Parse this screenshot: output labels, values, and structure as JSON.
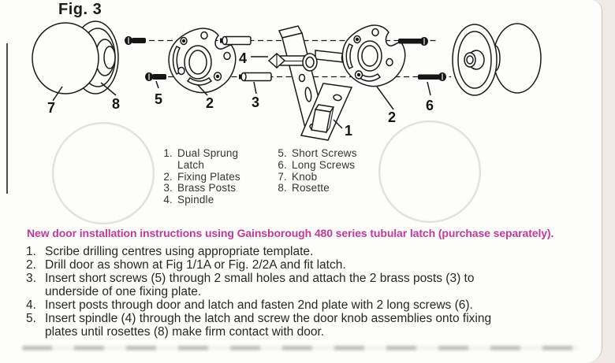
{
  "figure_label": "Fig. 3",
  "diagram": {
    "callouts": {
      "latch": "1",
      "left_fixing_plate": "2",
      "right_fixing_plate": "2",
      "brass_posts": "3",
      "spindle": "4",
      "short_screws": "5",
      "long_screws": "6",
      "knob": "7",
      "rosette": "8"
    }
  },
  "parts_list": {
    "items_left": [
      {
        "num": "1.",
        "label": "Dual Sprung Latch"
      },
      {
        "num": "2.",
        "label": "Fixing Plates"
      },
      {
        "num": "3.",
        "label": "Brass Posts"
      },
      {
        "num": "4.",
        "label": "Spindle"
      }
    ],
    "items_right": [
      {
        "num": "5.",
        "label": "Short Screws"
      },
      {
        "num": "6.",
        "label": "Long Screws"
      },
      {
        "num": "7.",
        "label": "Knob"
      },
      {
        "num": "8.",
        "label": "Rosette"
      }
    ]
  },
  "heading": "New door installation instructions using Gainsborough 480 series tubular latch (purchase separately).",
  "instructions": [
    {
      "num": "1.",
      "text": "Scribe drilling centres using appropriate template."
    },
    {
      "num": "2.",
      "text": "Drill door as shown at Fig 1/1A or Fig. 2/2A and fit latch."
    },
    {
      "num": "3.",
      "text": "Insert short screws (5) through 2 small holes and attach the 2 brass posts (3) to underside of one fixing plate."
    },
    {
      "num": "4.",
      "text": "Insert posts through door and latch and fasten 2nd plate with 2 long screws (6)."
    },
    {
      "num": "5.",
      "text": "Insert spindle (4) through the latch and screw the door knob assemblies onto fixing plates until rosettes (8) make firm contact with door."
    }
  ],
  "colors": {
    "accent_pink": "#c13a9b",
    "ink": "#1a1a1a"
  }
}
